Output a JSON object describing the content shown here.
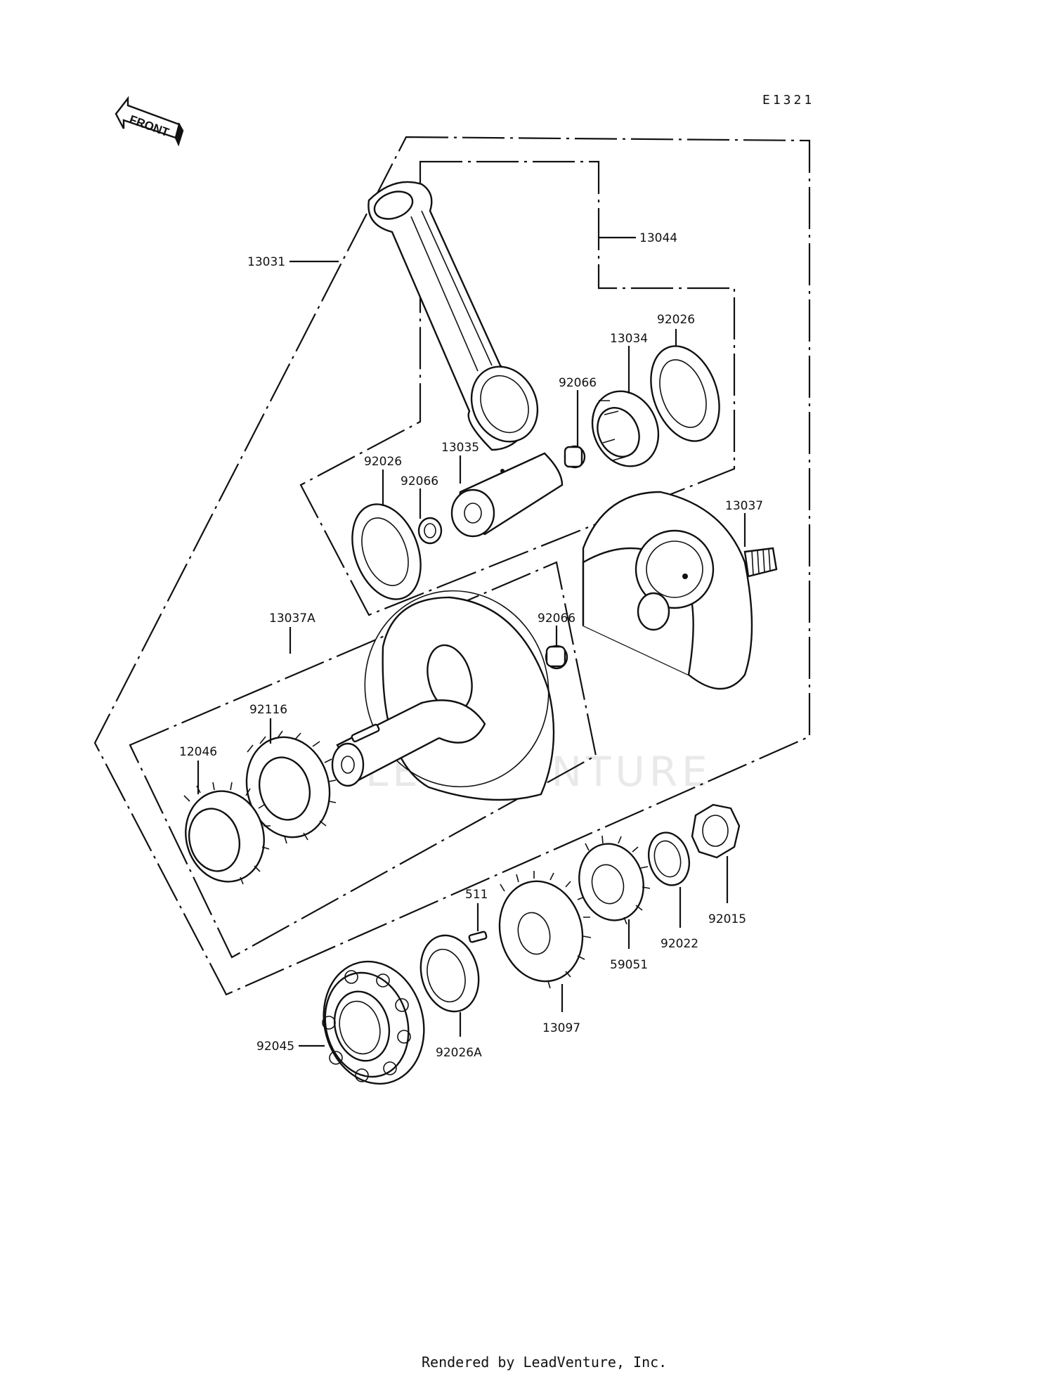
{
  "diagram_code": "E1321",
  "front_arrow_label": "FRONT",
  "watermark": "LEADVENTURE",
  "footer": "Rendered by LeadVenture, Inc.",
  "labels": {
    "p13031": "13031",
    "p13044": "13044",
    "p92026_top": "92026",
    "p13034": "13034",
    "p92066_top": "92066",
    "p13035": "13035",
    "p92026_left": "92026",
    "p92066_left": "92066",
    "p13037": "13037",
    "p13037A": "13037A",
    "p92066_mid": "92066",
    "p92116": "92116",
    "p12046": "12046",
    "p511": "511",
    "p92045": "92045",
    "p92026A": "92026A",
    "p13097": "13097",
    "p59051": "59051",
    "p92022": "92022",
    "p92015": "92015"
  }
}
